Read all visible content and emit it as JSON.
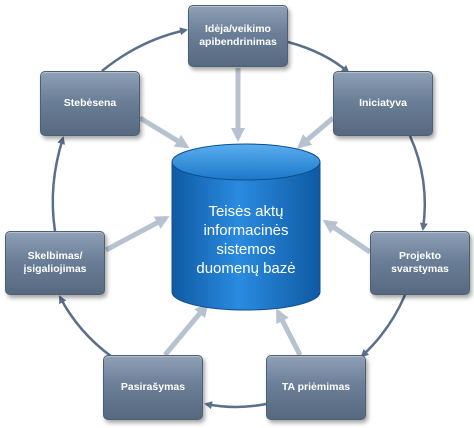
{
  "diagram": {
    "center": {
      "label": "Teisės aktų\ninformacinės\nsistemos\nduomenų bazė"
    },
    "nodes": [
      {
        "id": "ideja",
        "label": "Idėja/veikimo\napibendrinimas"
      },
      {
        "id": "iniciatyva",
        "label": "Iniciatyva"
      },
      {
        "id": "projekto",
        "label": "Projekto\nsvarstymas"
      },
      {
        "id": "ta",
        "label": "TA priėmimas"
      },
      {
        "id": "pasirasymas",
        "label": "Pasirašymas"
      },
      {
        "id": "skelbimas",
        "label": "Skelbimas/\nįsigaliojimas"
      },
      {
        "id": "stebesena",
        "label": "Stebėsena"
      }
    ],
    "colors": {
      "box": "#6b7f98",
      "cylinder": "#1a76c9",
      "cycle_arrow": "#5a6f8a",
      "spoke_arrow": "#b6c2d0"
    }
  }
}
